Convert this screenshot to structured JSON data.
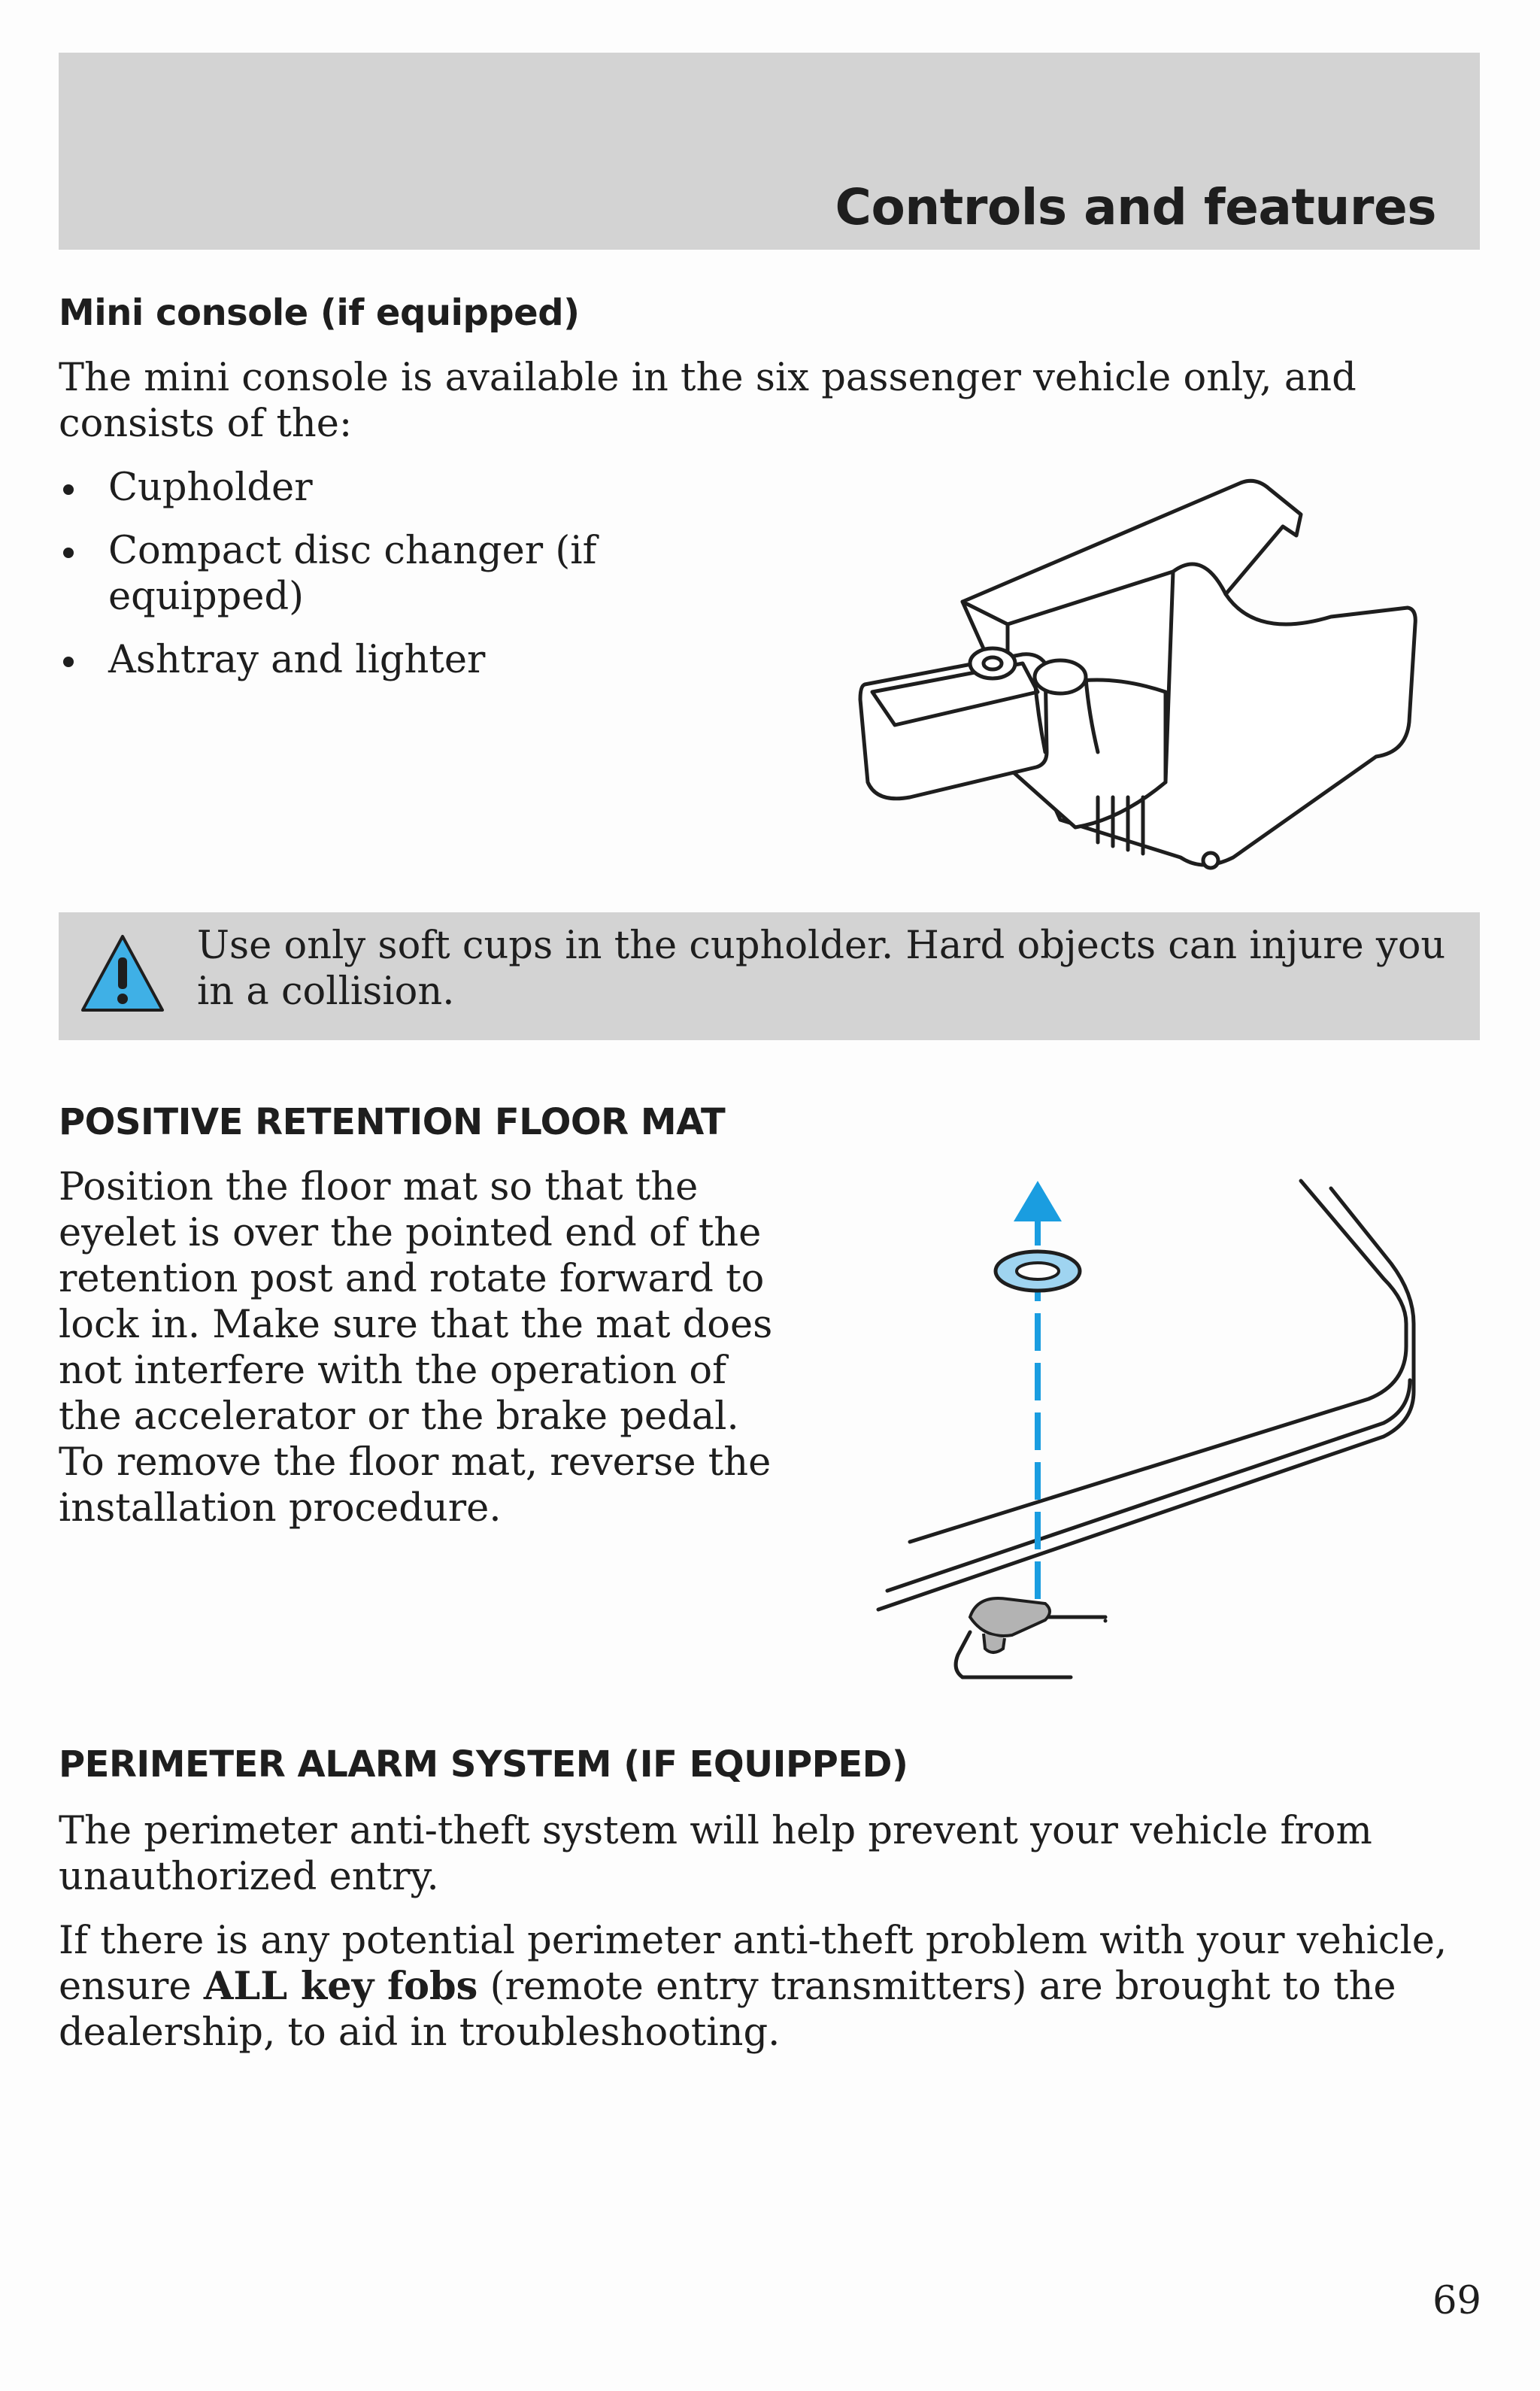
{
  "header": {
    "title": "Controls and features"
  },
  "mini_console": {
    "heading": "Mini console (if equipped)",
    "intro": "The mini console is available in the six passenger vehicle only, and consists of the:",
    "items": [
      {
        "label": "Cupholder"
      },
      {
        "label": "Compact disc changer (if equipped)"
      },
      {
        "label": "Ashtray and lighter"
      }
    ],
    "illustration": "mini-console-illustration"
  },
  "warning": {
    "icon": "warning-triangle-icon",
    "text": "Use only soft cups in the cupholder. Hard objects can injure you in a collision."
  },
  "floor_mat": {
    "heading": "POSITIVE RETENTION FLOOR MAT",
    "text": "Position the floor mat so that the eyelet is over the pointed end of the retention post and rotate forward to lock in. Make sure that the mat does not interfere with the operation of the accelerator or the brake pedal. To remove the floor mat, reverse the installation procedure.",
    "illustration": "floor-mat-retention-illustration",
    "arrow_color": "#1a9de0"
  },
  "perimeter_alarm": {
    "heading": "PERIMETER ALARM SYSTEM (IF EQUIPPED)",
    "para1": "The perimeter anti-theft system will help prevent your vehicle from unauthorized entry.",
    "para2_before": "If there is any potential perimeter anti-theft problem with your vehicle, ensure ",
    "para2_bold": "ALL key fobs",
    "para2_after": " (remote entry transmitters) are brought to the dealership, to aid in troubleshooting."
  },
  "page_number": "69"
}
